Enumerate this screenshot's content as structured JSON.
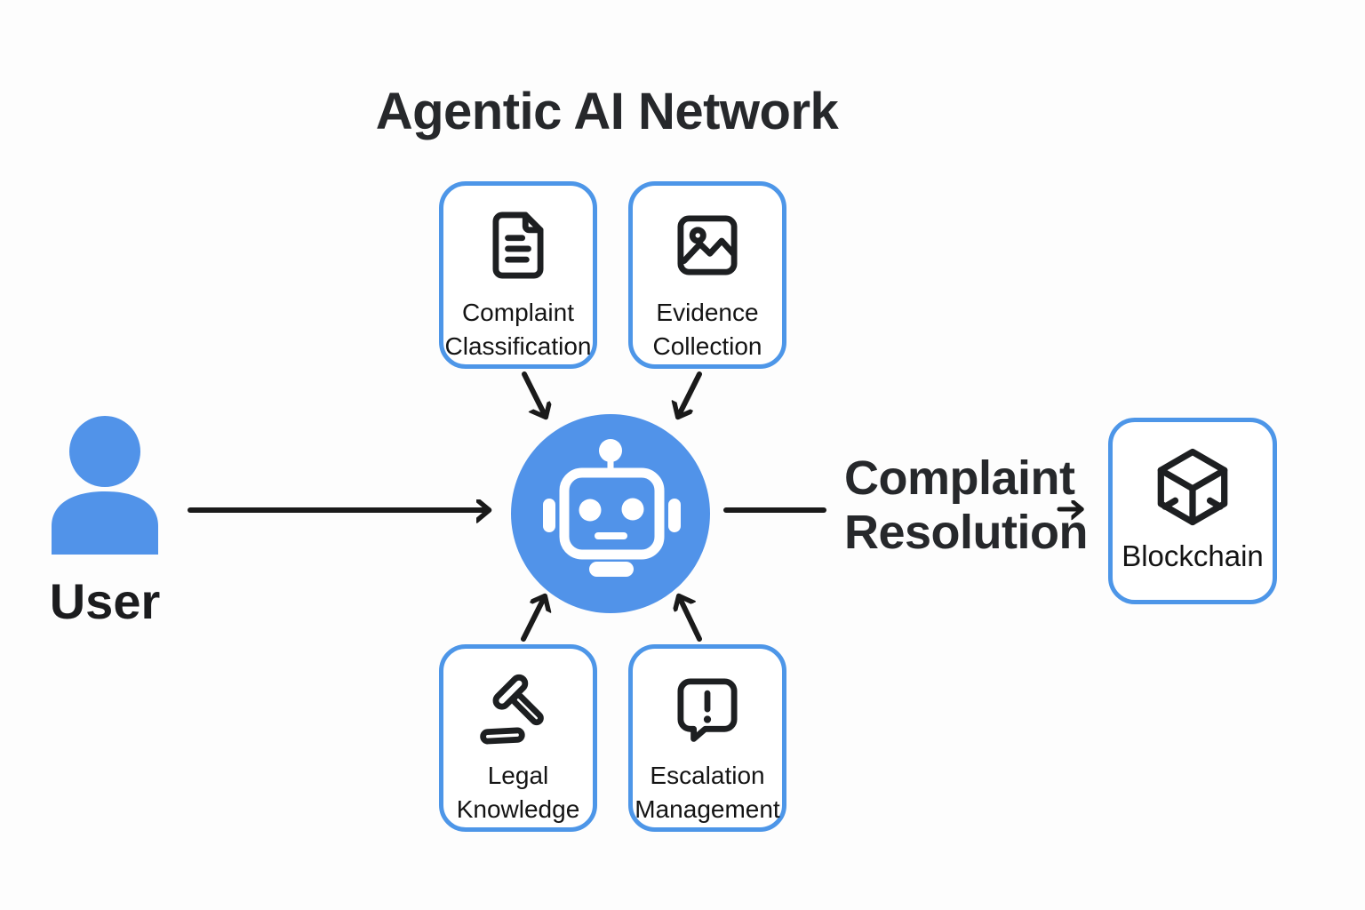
{
  "title": "Agentic AI Network",
  "colors": {
    "accent_blue": "#5193E9",
    "box_border": "#4D96E8",
    "ink": "#1D1F21",
    "arrow": "#1A1A1A",
    "background": "#FDFDFD"
  },
  "user": {
    "label": "User",
    "icon": "person-icon"
  },
  "agents": {
    "complaint_classification": {
      "line1": "Complaint",
      "line2": "Classification",
      "icon": "document-icon"
    },
    "evidence_collection": {
      "line1": "Evidence",
      "line2": "Collection",
      "icon": "image-icon"
    },
    "legal_knowledge": {
      "line1": "Legal",
      "line2": "Knowledge",
      "icon": "gavel-icon"
    },
    "escalation_management": {
      "line1": "Escalation",
      "line2": "Management",
      "icon": "alert-bubble-icon"
    }
  },
  "center": {
    "icon": "robot-icon"
  },
  "output": {
    "line1": "Complaint",
    "line2": "Resolution"
  },
  "blockchain": {
    "label": "Blockchain",
    "icon": "cube-icon"
  }
}
